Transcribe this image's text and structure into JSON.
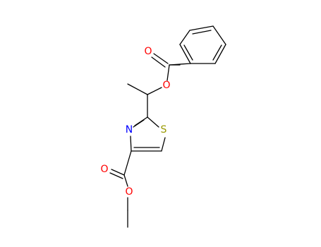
{
  "molecule": {
    "atoms": [
      {
        "id": "o_carbonyl_benzoyl",
        "label": "O",
        "color": "#ff0000"
      },
      {
        "id": "o_ester_benzoyl",
        "label": "O",
        "color": "#ff0000"
      },
      {
        "id": "n_thiazole",
        "label": "N",
        "color": "#0000ff"
      },
      {
        "id": "s_thiazole",
        "label": "S",
        "color": "#999900"
      },
      {
        "id": "o_carbonyl_ethyl",
        "label": "O",
        "color": "#ff0000"
      },
      {
        "id": "o_ester_ethyl",
        "label": "O",
        "color": "#ff0000"
      }
    ]
  }
}
